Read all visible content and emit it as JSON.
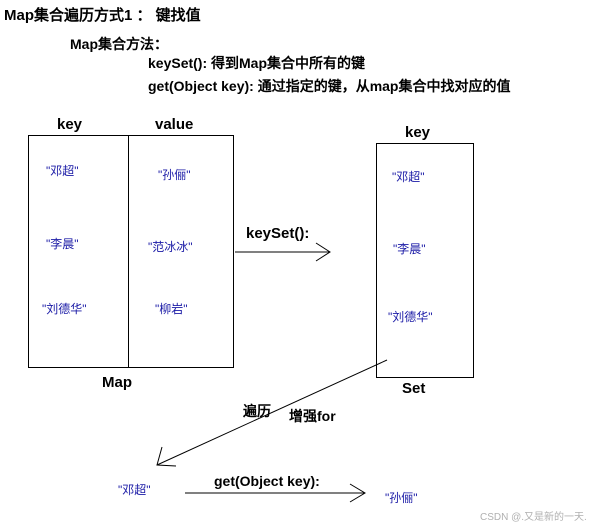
{
  "title": "Map集合遍历方式1 ： 键找值",
  "method_heading": "Map集合方法：",
  "methods": [
    "keySet(): 得到Map集合中所有的键",
    "get(Object key): 通过指定的键，从map集合中找对应的值"
  ],
  "map_table": {
    "key_header": "key",
    "value_header": "value",
    "caption": "Map",
    "keys": [
      "\"邓超\"",
      "\"李晨\"",
      "\"刘德华\""
    ],
    "values": [
      "\"孙俪\"",
      "\"范冰冰\"",
      "\"柳岩\""
    ]
  },
  "keyset_label": "keySet():",
  "set_box": {
    "header": "key",
    "caption": "Set",
    "items": [
      "\"邓超\"",
      "\"李晨\"",
      "\"刘德华\""
    ]
  },
  "traverse_label": "遍历",
  "for_label": "增强for",
  "get_key": "\"邓超\"",
  "get_label": "get(Object key):",
  "get_result": "\"孙俪\"",
  "watermark": "CSDN @.又是新的一天.",
  "colors": {
    "text": "#000000",
    "value_text": "#1a1aa6",
    "watermark": "#b0b0b0"
  }
}
